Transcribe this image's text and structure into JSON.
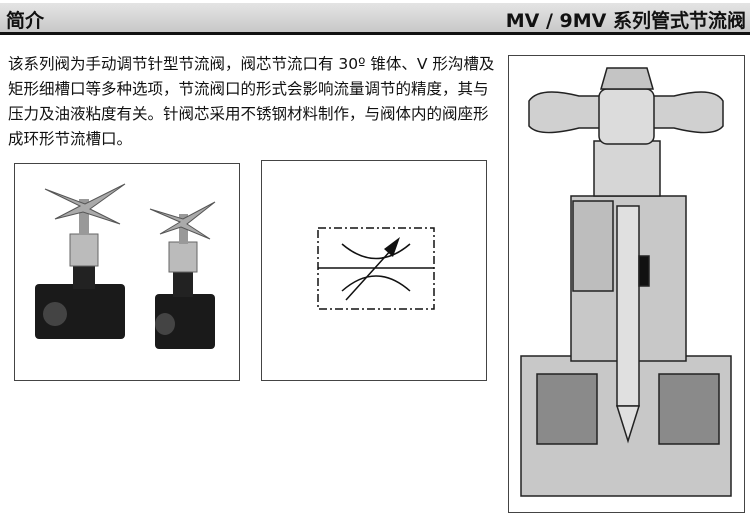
{
  "header": {
    "section_title": "简介",
    "product_title": "MV / 9MV 系列管式节流阀"
  },
  "intro": {
    "paragraph": "该系列阀为手动调节针型节流阀，阀芯节流口有 30º 锥体、V 形沟槽及矩形细槽口等多种选项，节流阀口的形式会影响流量调节的精度，其与压力及油液粘度有关。针阀芯采用不锈钢材料制作，与阀体内的阀座形成环形节流槽口。"
  },
  "colors": {
    "header_bg": "#d4d4d4",
    "rule": "#111111",
    "metal": "#c8c8c8",
    "body": "#222222"
  }
}
